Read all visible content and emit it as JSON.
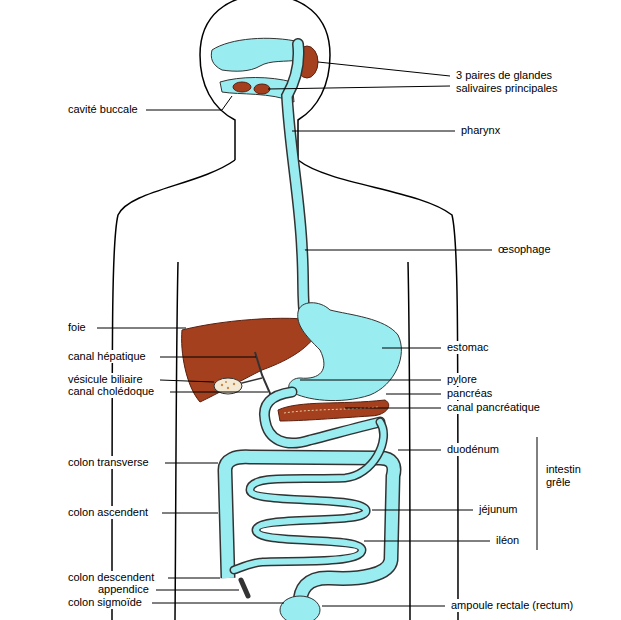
{
  "diagram": {
    "labels": [
      "3 paires de glandes salivaires principales",
      "cavité buccale",
      "pharynx",
      "œsophage",
      "foie",
      "canal hépatique",
      "estomac",
      "vésicule biliaire",
      "canal cholédoque",
      "pylore",
      "pancréas",
      "canal pancréatique",
      "duodénum",
      "colon transverse",
      "intestin grêle",
      "colon ascendent",
      "jéjunum",
      "iléon",
      "colon descendent",
      "appendice",
      "colon sigmoïde",
      "ampoule rectale (rectum)"
    ]
  }
}
